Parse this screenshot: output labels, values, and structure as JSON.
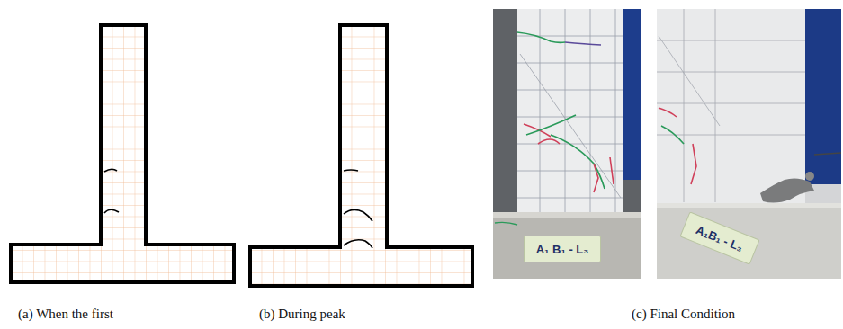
{
  "diagram": {
    "nodes": [
      {
        "text": [
          "A₁ B₁ - L₃"
        ]
      },
      {
        "text": [
          "A₁B₁ - L₃"
        ]
      }
    ],
    "labels": [
      "(a)  When the first",
      "(b)  During peak",
      "(c)  Final Condition"
    ]
  }
}
